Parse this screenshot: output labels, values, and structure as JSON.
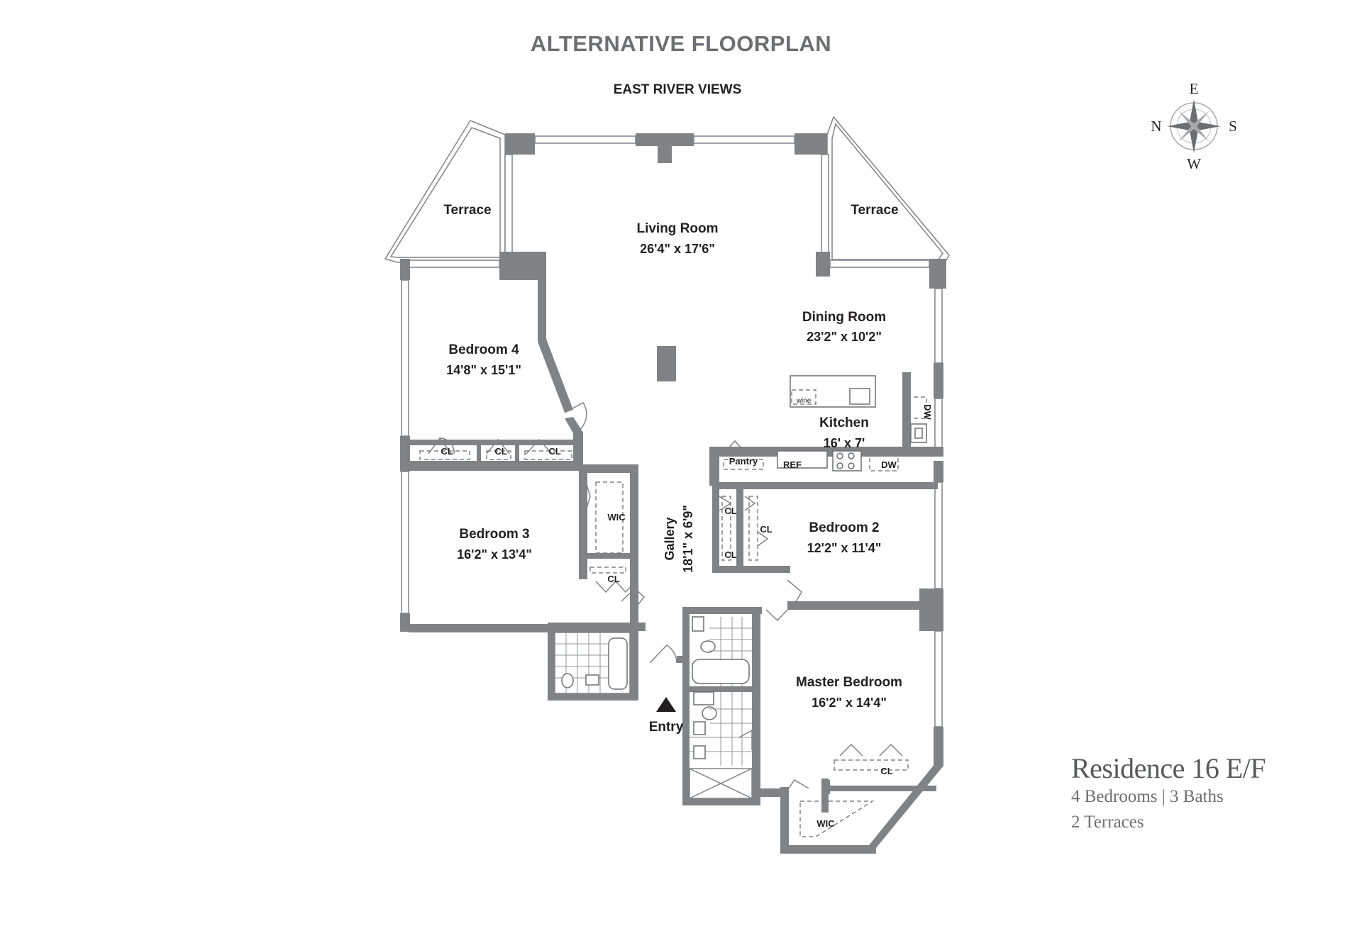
{
  "title": "ALTERNATIVE FLOORPLAN",
  "views_label": "EAST RIVER VIEWS",
  "compass": {
    "n": "N",
    "e": "E",
    "s": "S",
    "w": "W"
  },
  "rooms": {
    "terrace_left": "Terrace",
    "terrace_right": "Terrace",
    "living_name": "Living Room",
    "living_dim": "26'4\" x 17'6\"",
    "dining_name": "Dining Room",
    "dining_dim": "23'2\" x 10'2\"",
    "kitchen_name": "Kitchen",
    "kitchen_dim": "16' x 7'",
    "bed4_name": "Bedroom 4",
    "bed4_dim": "14'8\" x 15'1\"",
    "bed3_name": "Bedroom 3",
    "bed3_dim": "16'2\" x 13'4\"",
    "bed2_name": "Bedroom 2",
    "bed2_dim": "12'2\" x 11'4\"",
    "master_name": "Master Bedroom",
    "master_dim": "16'2\" x 14'4\"",
    "gallery_name": "Gallery",
    "gallery_dim": "18'1\" x 6'9\"",
    "entry": "Entry"
  },
  "fixtures": {
    "cl": "CL",
    "wic": "WIC",
    "pantry": "Pantry",
    "ref": "REF",
    "dw": "DW",
    "wine": "wine"
  },
  "residence": {
    "name": "Residence 16 E/F",
    "rooms": "4 Bedrooms | 3 Baths",
    "terraces": "2 Terraces"
  }
}
